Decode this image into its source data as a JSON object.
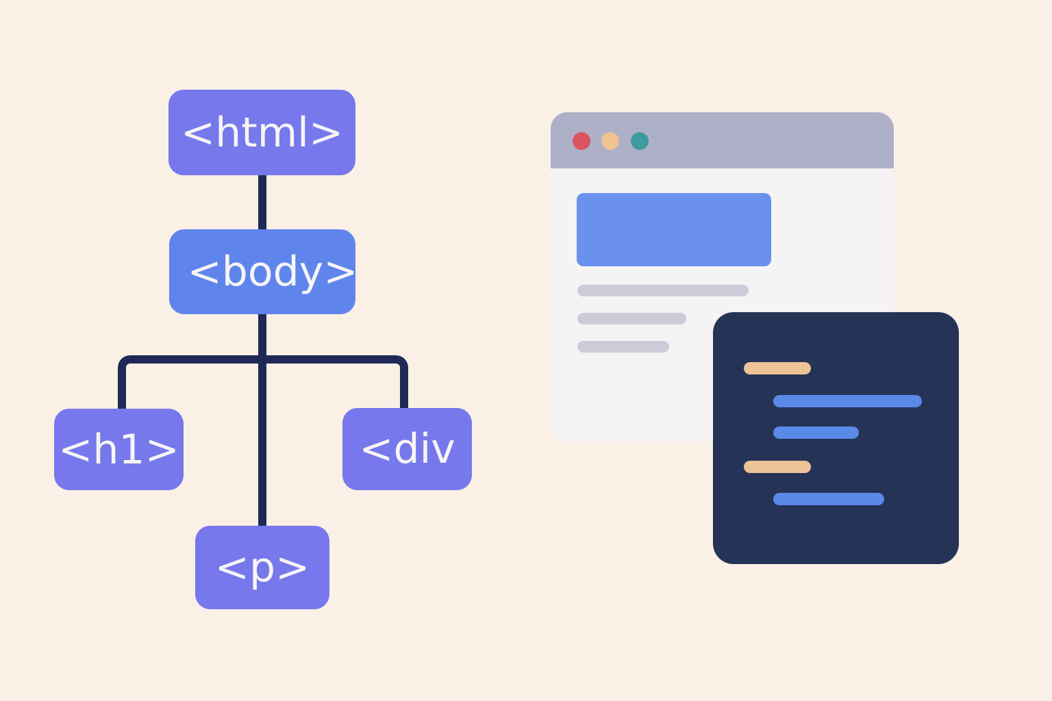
{
  "tree": {
    "root": {
      "label": "<html>"
    },
    "body": {
      "label": "<body>"
    },
    "children": [
      {
        "label": "<h1>"
      },
      {
        "label": "<p>"
      },
      {
        "label": "<div"
      }
    ]
  },
  "colors": {
    "background": "#FAF0E6",
    "node": "#7678EC",
    "body_node": "#5F85EC",
    "connector": "#1E2A55",
    "window_titlebar": "#AEB0C8",
    "window_body": "#F5F3F3",
    "code_panel": "#253356",
    "dot_red": "#DB5461",
    "dot_yellow": "#F0C292",
    "dot_green": "#3E9A9C"
  }
}
